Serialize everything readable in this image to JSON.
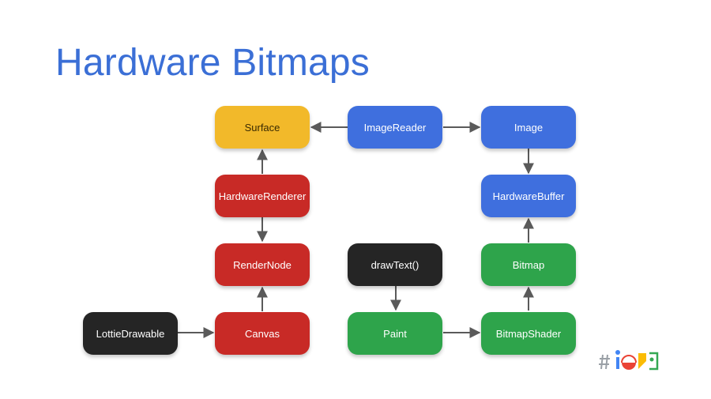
{
  "slide": {
    "title": "Hardware Bitmaps"
  },
  "diagram": {
    "nodes": {
      "surface": {
        "label": "Surface",
        "color": "#f2b92a"
      },
      "image_reader": {
        "label": "ImageReader",
        "color": "#3f6fde"
      },
      "image": {
        "label": "Image",
        "color": "#3f6fde"
      },
      "hardware_renderer": {
        "label": "HardwareRenderer",
        "color": "#c82a26"
      },
      "hardware_buffer": {
        "label": "HardwareBuffer",
        "color": "#3f6fde"
      },
      "render_node": {
        "label": "RenderNode",
        "color": "#c82a26"
      },
      "draw_text": {
        "label": "drawText()",
        "color": "#252525"
      },
      "bitmap": {
        "label": "Bitmap",
        "color": "#2ea44b"
      },
      "lottie_drawable": {
        "label": "LottieDrawable",
        "color": "#252525"
      },
      "canvas": {
        "label": "Canvas",
        "color": "#c82a26"
      },
      "paint": {
        "label": "Paint",
        "color": "#2ea44b"
      },
      "bitmap_shader": {
        "label": "BitmapShader",
        "color": "#2ea44b"
      }
    },
    "edges": [
      {
        "from": "image_reader",
        "to": "surface"
      },
      {
        "from": "image_reader",
        "to": "image"
      },
      {
        "from": "image",
        "to": "hardware_buffer"
      },
      {
        "from": "hardware_renderer",
        "to": "surface"
      },
      {
        "from": "hardware_renderer",
        "to": "render_node"
      },
      {
        "from": "canvas",
        "to": "render_node"
      },
      {
        "from": "lottie_drawable",
        "to": "canvas"
      },
      {
        "from": "draw_text",
        "to": "paint"
      },
      {
        "from": "paint",
        "to": "bitmap_shader"
      },
      {
        "from": "bitmap_shader",
        "to": "bitmap"
      },
      {
        "from": "bitmap",
        "to": "hardware_buffer"
      }
    ]
  },
  "logo": {
    "name": "google-io-logo",
    "text": "#io19",
    "colors": [
      "#4285f4",
      "#ea4335",
      "#fbbc05",
      "#34a853"
    ]
  }
}
